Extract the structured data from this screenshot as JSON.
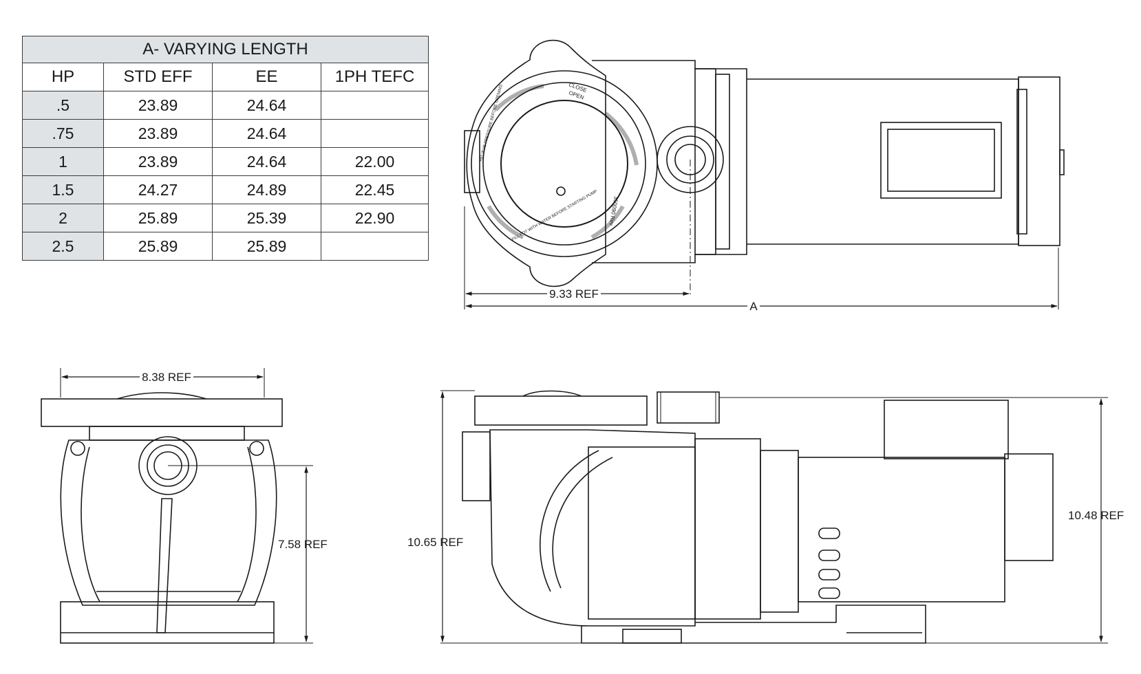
{
  "table": {
    "title": "A- VARYING LENGTH",
    "headers": [
      "HP",
      "STD EFF",
      "EE",
      "1PH TEFC"
    ],
    "rows": [
      [
        ".5",
        "23.89",
        "24.64",
        ""
      ],
      [
        ".75",
        "23.89",
        "24.64",
        ""
      ],
      [
        "1",
        "23.89",
        "24.64",
        "22.00"
      ],
      [
        "1.5",
        "24.27",
        "24.89",
        "22.45"
      ],
      [
        "2",
        "25.89",
        "25.39",
        "22.90"
      ],
      [
        "2.5",
        "25.89",
        "25.89",
        ""
      ]
    ]
  },
  "dimensions": {
    "top_inlet": "9.33 REF",
    "top_overall": "A",
    "front_width": "8.38 REF",
    "front_height": "7.58 REF",
    "side_left_height": "10.65 REF",
    "side_right_height": "10.48 REF"
  },
  "lid_markings": {
    "close": "CLOSE",
    "open": "OPEN",
    "relieve": "RELIEVE PRESSURE BEFORE OPENING",
    "fill": "FILL POT WITH WATER BEFORE STARTING PUMP",
    "part": "350090 Rev"
  }
}
